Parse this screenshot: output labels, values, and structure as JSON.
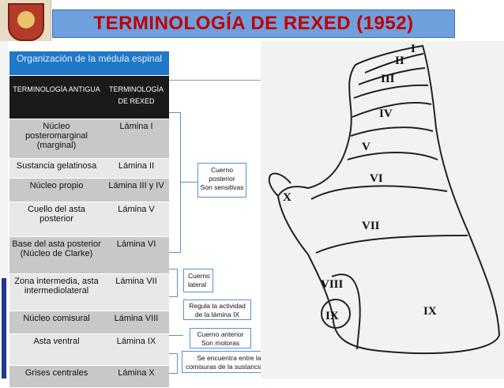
{
  "title": "TERMINOLOGÍA DE REXED (1952)",
  "subtitle": "Organización de la médula espinal",
  "table": {
    "header_old": "TERMINOLOGÍA ANTIGUA",
    "header_new": "TERMINOLOGÍA DE REXED",
    "rows": [
      {
        "old": "Núcleo posteromarginal (marginal)",
        "new": "Lámina I"
      },
      {
        "old": "Sustancia gelatinosa",
        "new": "Lámina II"
      },
      {
        "old": "Núcleo propio",
        "new": "Lámina III y IV"
      },
      {
        "old": "Cuello del asta posterior",
        "new": "Lámina V"
      },
      {
        "old": "Base del asta posterior (Núcleo de Clarke)",
        "new": "Lámina VI"
      },
      {
        "old": "Zona intermedia, asta intermediolateral",
        "new": "Lámina VII"
      },
      {
        "old": "Núcleo comisural",
        "new": "Lámina VIII"
      },
      {
        "old": "Asta ventral",
        "new": "Lámina IX"
      },
      {
        "old": "Grises centrales",
        "new": "Lámina X"
      }
    ]
  },
  "notes": {
    "posterior_l1": "Cuerno",
    "posterior_l2": "posterior",
    "posterior_l3": "Son sensitivas",
    "lateral_l1": "Cuerno",
    "lateral_l2": "lateral",
    "viii_l1": "Regula la actividad",
    "viii_l2": "de la lámina IX",
    "anterior_l1": "Cuerno anterior",
    "anterior_l2": "Son motoras",
    "x_l1": "Se encuentra entre las",
    "x_l2": "comisuras de la sustancia gris"
  },
  "diagram_labels": {
    "l1": "I",
    "l2": "II",
    "l3": "III",
    "l4": "IV",
    "l5": "V",
    "l6": "VI",
    "l7": "VII",
    "l8": "VIII",
    "l9": "IX",
    "l9b": "IX",
    "l10": "X"
  },
  "colors": {
    "title": "#c00000",
    "title_bar": "#6ea0de",
    "subtitle_bg": "#1f78c8",
    "bracket": "#5b8fd1"
  }
}
